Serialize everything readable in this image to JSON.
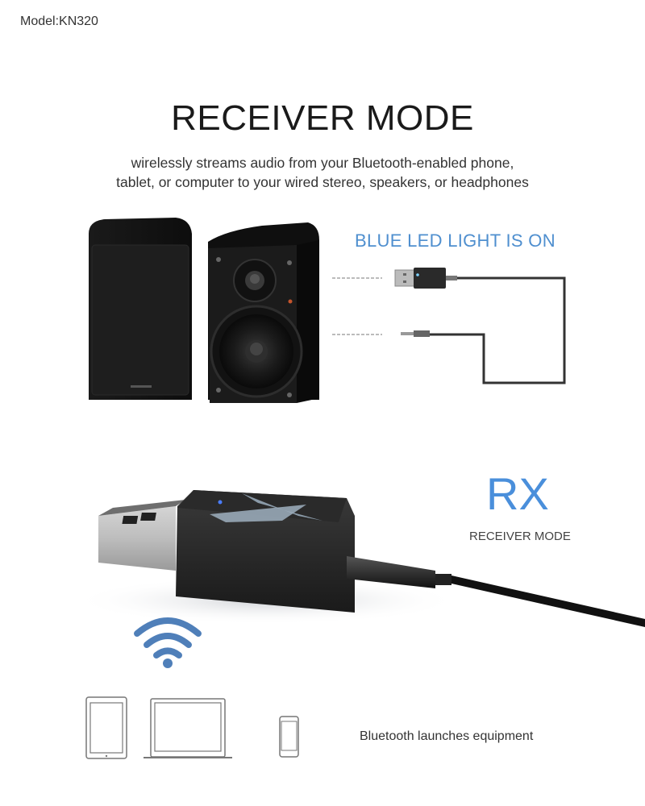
{
  "header": {
    "model_label": "Model:KN320"
  },
  "hero": {
    "title": "RECEIVER MODE",
    "subtitle_line1": "wirelessly streams audio from your Bluetooth-enabled phone,",
    "subtitle_line2": "tablet, or computer to your wired stereo, speakers, or headphones"
  },
  "connection_diagram": {
    "status_text": "BLUE LED LIGHT IS ON",
    "status_color": "#4f8fcf",
    "items": [
      {
        "icon": "speakers-image"
      },
      {
        "icon": "usb-adapter-icon"
      },
      {
        "icon": "aux-jack-icon"
      }
    ]
  },
  "mode_badge": {
    "code": "RX",
    "label": "RECEIVER MODE",
    "accent_color": "#4a8fdb"
  },
  "devices": {
    "icons": [
      "wireless-signal-icon",
      "tablet-icon",
      "laptop-icon",
      "phone-icon"
    ],
    "caption": "Bluetooth launches equipment"
  }
}
